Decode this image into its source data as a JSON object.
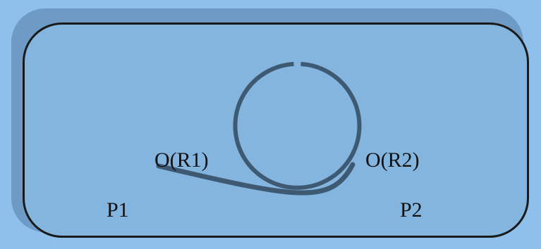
{
  "labels": {
    "port_r1": "O(R1)",
    "port_r2": "O(R2)",
    "point_p1": "P1",
    "point_p2": "P2"
  },
  "colors": {
    "background": "#8fc0eb",
    "panel_fill": "#83b5df",
    "panel_shadow": "#6d9bc5",
    "panel_border": "#1a1a1a",
    "loop_stroke": "#3e5a73",
    "text": "#111111"
  }
}
